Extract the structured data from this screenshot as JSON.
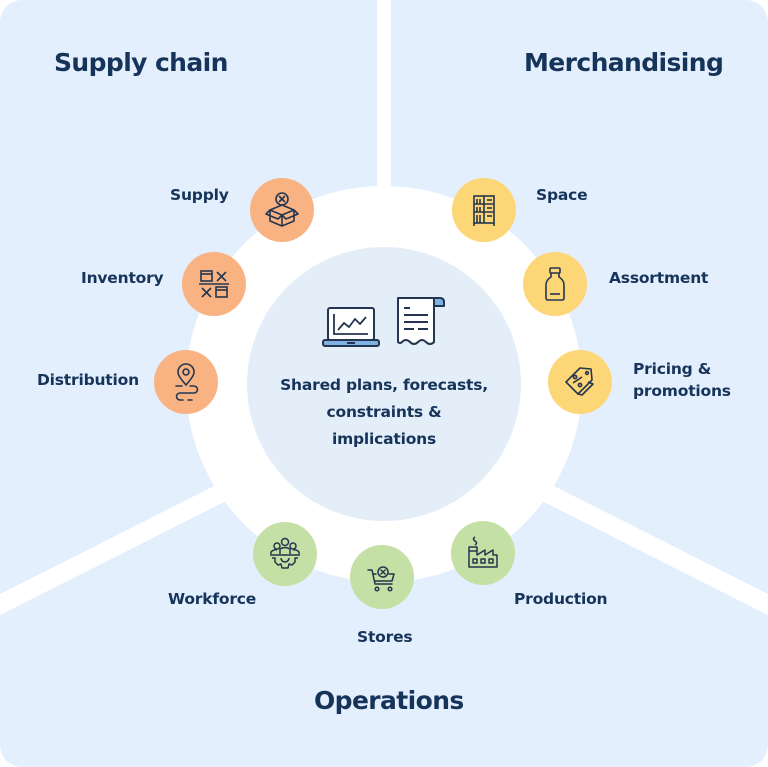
{
  "diagram": {
    "type": "hub-and-spoke",
    "center": {
      "text_lines": [
        "Shared plans, forecasts,",
        "constraints &",
        "implications"
      ],
      "icons": [
        "laptop-chart-icon",
        "receipt-document-icon"
      ]
    },
    "sections": [
      {
        "title": "Supply chain",
        "color": "#F9B383",
        "items": [
          {
            "label": "Supply",
            "icon": "box-cancel-icon"
          },
          {
            "label": "Inventory",
            "icon": "inventory-grid-icon"
          },
          {
            "label": "Distribution",
            "icon": "route-pin-icon"
          }
        ]
      },
      {
        "title": "Merchandising",
        "color": "#FDD677",
        "items": [
          {
            "label": "Space",
            "icon": "shelf-icon"
          },
          {
            "label": "Assortment",
            "icon": "bottle-icon"
          },
          {
            "label": "Pricing & promotions",
            "label_lines": [
              "Pricing &",
              "promotions"
            ],
            "icon": "price-tag-icon"
          }
        ]
      },
      {
        "title": "Operations",
        "color": "#C5E0A5",
        "items": [
          {
            "label": "Workforce",
            "icon": "team-gear-icon"
          },
          {
            "label": "Stores",
            "icon": "cart-cancel-icon"
          },
          {
            "label": "Production",
            "icon": "factory-icon"
          }
        ]
      }
    ],
    "colors": {
      "panel_bg": "#E3EFFD",
      "divider": "#FFFFFF",
      "inner_circle": "#E3EEF9",
      "text": "#16345A",
      "icon_stroke": "#24364F",
      "center_icon_fill": "#7FB1E3"
    }
  }
}
